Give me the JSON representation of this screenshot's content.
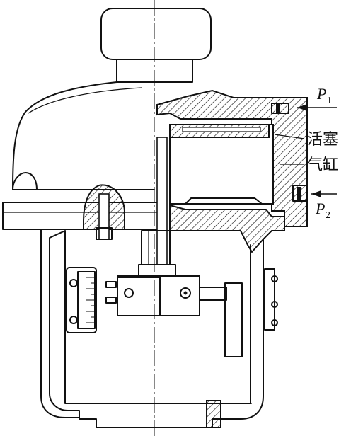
{
  "labels": {
    "piston": "活塞",
    "cylinder": "气缸",
    "p1_symbol": "P",
    "p1_sub": "1",
    "p2_symbol": "P",
    "p2_sub": "2"
  }
}
